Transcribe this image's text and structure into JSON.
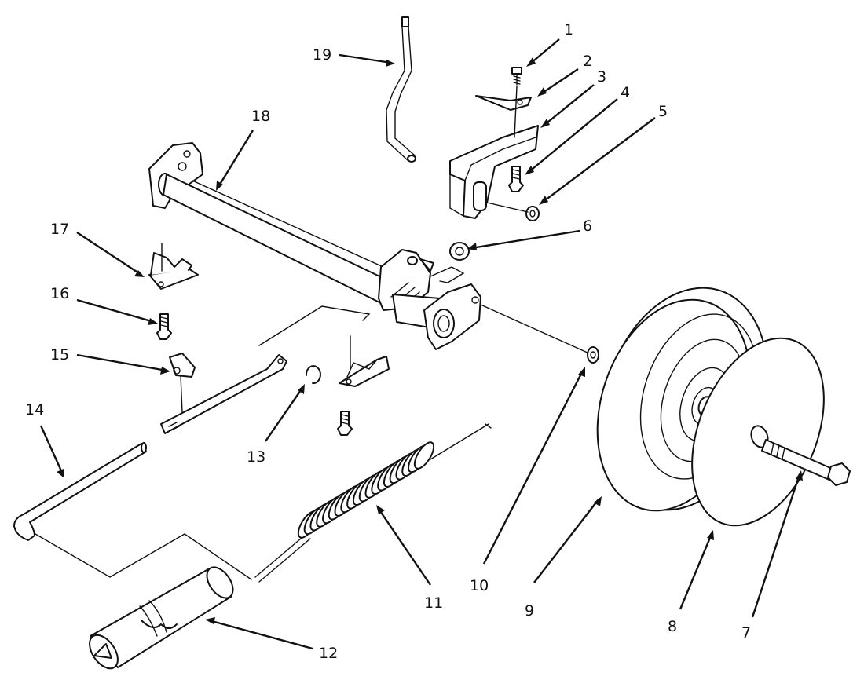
{
  "diagram": {
    "callouts": [
      {
        "id": "c1",
        "number": "1"
      },
      {
        "id": "c2",
        "number": "2"
      },
      {
        "id": "c3",
        "number": "3"
      },
      {
        "id": "c4",
        "number": "4"
      },
      {
        "id": "c5",
        "number": "5"
      },
      {
        "id": "c6",
        "number": "6"
      },
      {
        "id": "c7",
        "number": "7"
      },
      {
        "id": "c8",
        "number": "8"
      },
      {
        "id": "c9",
        "number": "9"
      },
      {
        "id": "c10",
        "number": "10"
      },
      {
        "id": "c11",
        "number": "11"
      },
      {
        "id": "c12",
        "number": "12"
      },
      {
        "id": "c13",
        "number": "13"
      },
      {
        "id": "c14",
        "number": "14"
      },
      {
        "id": "c15",
        "number": "15"
      },
      {
        "id": "c16",
        "number": "16"
      },
      {
        "id": "c17",
        "number": "17"
      },
      {
        "id": "c18",
        "number": "18"
      },
      {
        "id": "c19",
        "number": "19"
      }
    ],
    "colors": {
      "ink": "#111111",
      "paper": "#ffffff"
    }
  }
}
